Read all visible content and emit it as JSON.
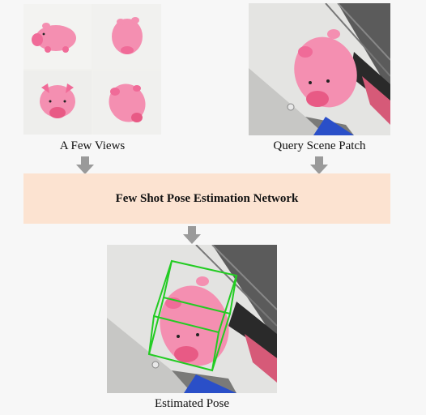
{
  "captions": {
    "few_views": "A Few Views",
    "query_patch": "Query Scene Patch",
    "estimated_pose": "Estimated Pose"
  },
  "network": {
    "label": "Few Shot Pose Estimation Network"
  },
  "colors": {
    "bar_fill": "#fce3d1",
    "arrow": "#9a9a9a",
    "bbox": "#22cc22",
    "pig": "#f48fb1",
    "pig_nose": "#e85a85"
  }
}
